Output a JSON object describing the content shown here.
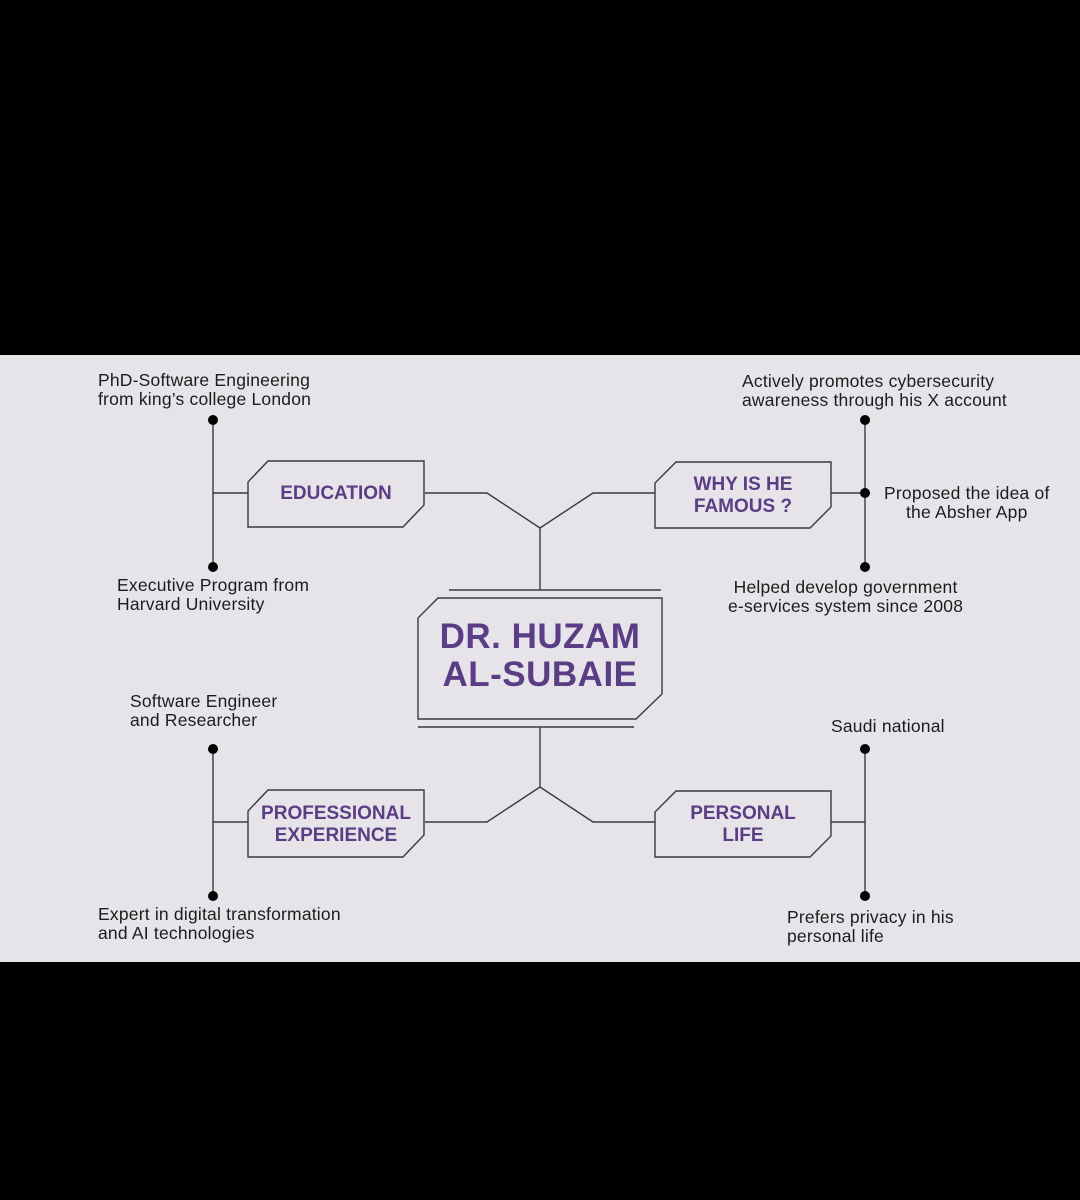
{
  "center": {
    "lines": [
      "DR. HUZAM",
      "AL-SUBAIE"
    ]
  },
  "colors": {
    "title": "#5a3d84",
    "panel": "#e6e4e9",
    "line": "#3a3a3a",
    "text": "#1c1c1c"
  },
  "branches": {
    "education": {
      "title": [
        "EDUCATION"
      ],
      "notes": [
        [
          "PhD-Software Engineering",
          "from king’s college London"
        ],
        [
          "Executive Program from",
          "Harvard University"
        ]
      ]
    },
    "famous": {
      "title": [
        "WHY IS HE",
        "FAMOUS ?"
      ],
      "notes": [
        [
          "Actively promotes cybersecurity",
          "awareness through his X account"
        ],
        [
          "Proposed the idea of",
          "the Absher App"
        ],
        [
          "Helped develop government",
          "e-services system since 2008"
        ]
      ]
    },
    "professional": {
      "title": [
        "PROFESSIONAL",
        "EXPERIENCE"
      ],
      "notes": [
        [
          "Software Engineer",
          "and Researcher"
        ],
        [
          "Expert in digital transformation",
          "and AI technologies"
        ]
      ]
    },
    "personal": {
      "title": [
        "PERSONAL",
        "LIFE"
      ],
      "notes": [
        [
          "Saudi national"
        ],
        [
          "Prefers privacy in his",
          "personal life"
        ]
      ]
    }
  }
}
